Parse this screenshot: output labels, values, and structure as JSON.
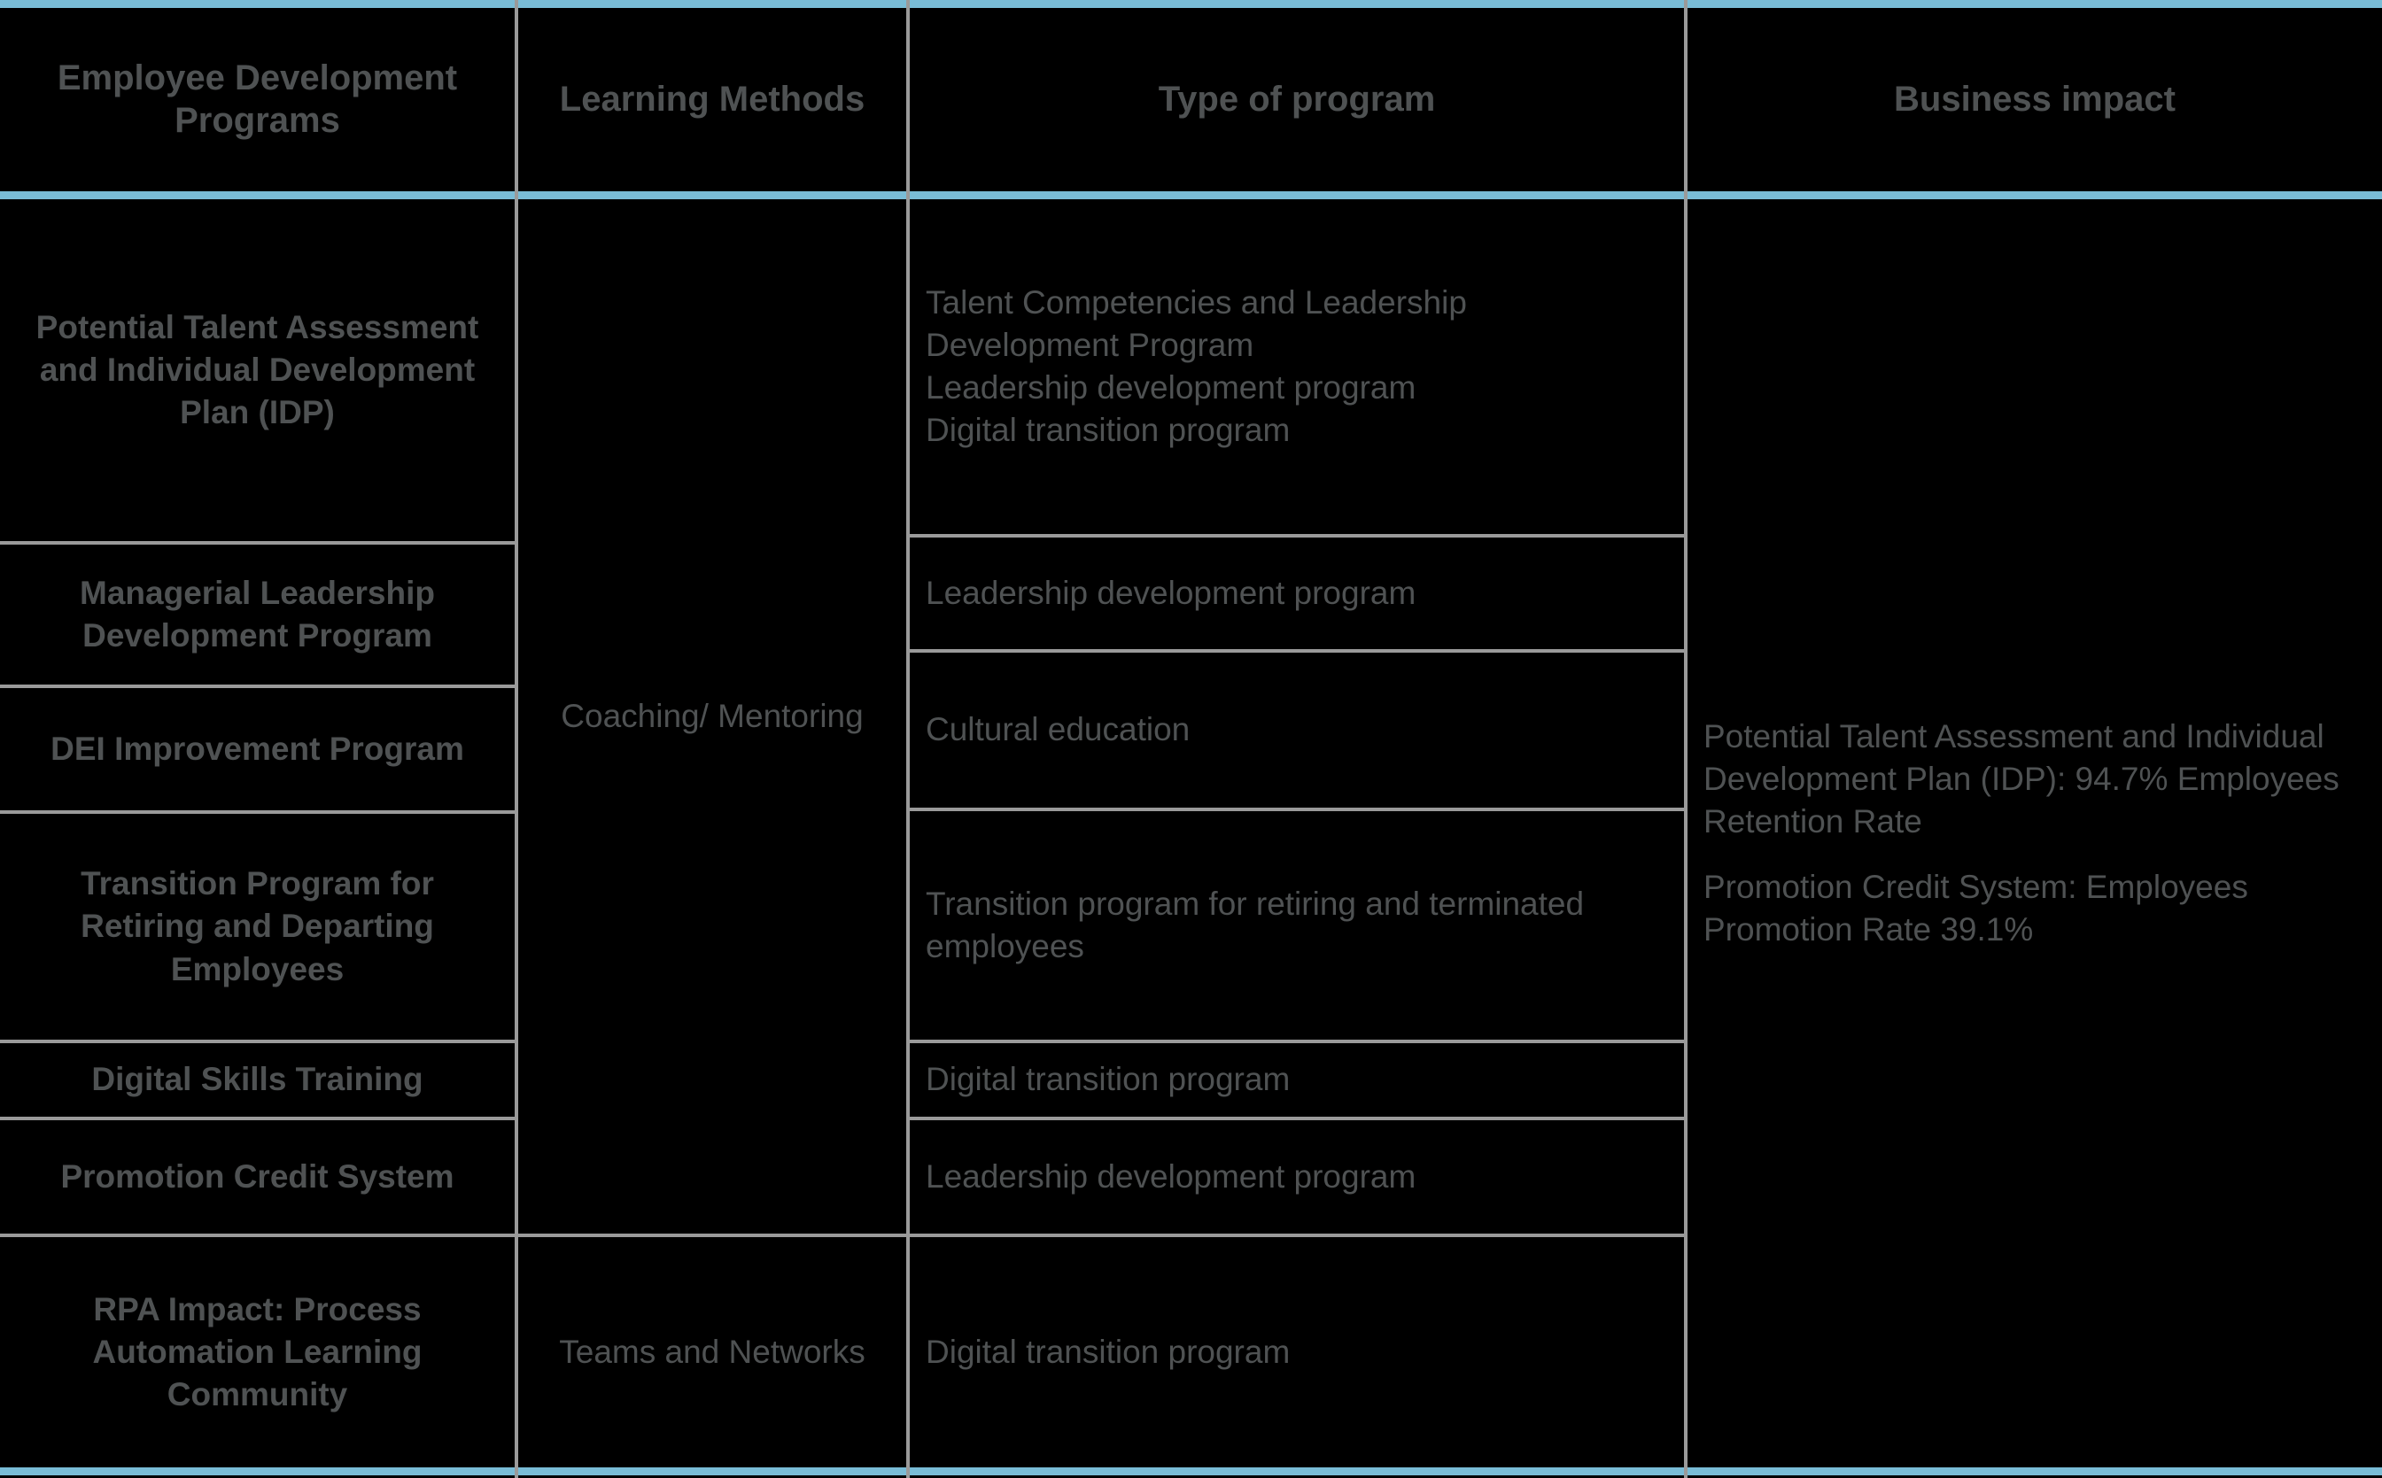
{
  "table": {
    "theme": {
      "background": "#000000",
      "accent_rule": "#79bcd6",
      "grid_line": "#9a9a9a",
      "text": "#4f5253"
    },
    "headers": [
      {
        "label": "Employee Development Programs"
      },
      {
        "label": "Learning Methods"
      },
      {
        "label": "Type of program"
      },
      {
        "label": "Business impact"
      }
    ],
    "programs": [
      {
        "name": "Potential Talent Assessment and Individual Development Plan (IDP)"
      },
      {
        "name": "Managerial Leadership Development Program"
      },
      {
        "name": "DEI Improvement Program"
      },
      {
        "name": "Transition Program for Retiring and Departing Employees"
      },
      {
        "name": "Digital Skills Training"
      },
      {
        "name": "Promotion Credit System"
      },
      {
        "name": "RPA Impact: Process Automation Learning Community"
      }
    ],
    "learning_methods": [
      {
        "label": "Coaching/ Mentoring"
      },
      {
        "label": "Teams and Networks"
      }
    ],
    "program_types": [
      {
        "lines": [
          "Talent Competencies and Leadership Development Program",
          "Leadership development program",
          "Digital transition program"
        ]
      },
      {
        "lines": [
          "Leadership development program"
        ]
      },
      {
        "lines": [
          "Cultural education"
        ]
      },
      {
        "lines": [
          "Transition program for retiring and terminated employees"
        ]
      },
      {
        "lines": [
          "Digital transition program"
        ]
      },
      {
        "lines": [
          "Leadership development program"
        ]
      },
      {
        "lines": [
          "Digital transition program"
        ]
      }
    ],
    "business_impact": {
      "paragraphs": [
        "Potential Talent Assessment and Individual Development Plan (IDP): 94.7% Employees Retention Rate",
        "Promotion Credit System: Employees Promotion Rate 39.1%"
      ]
    }
  }
}
